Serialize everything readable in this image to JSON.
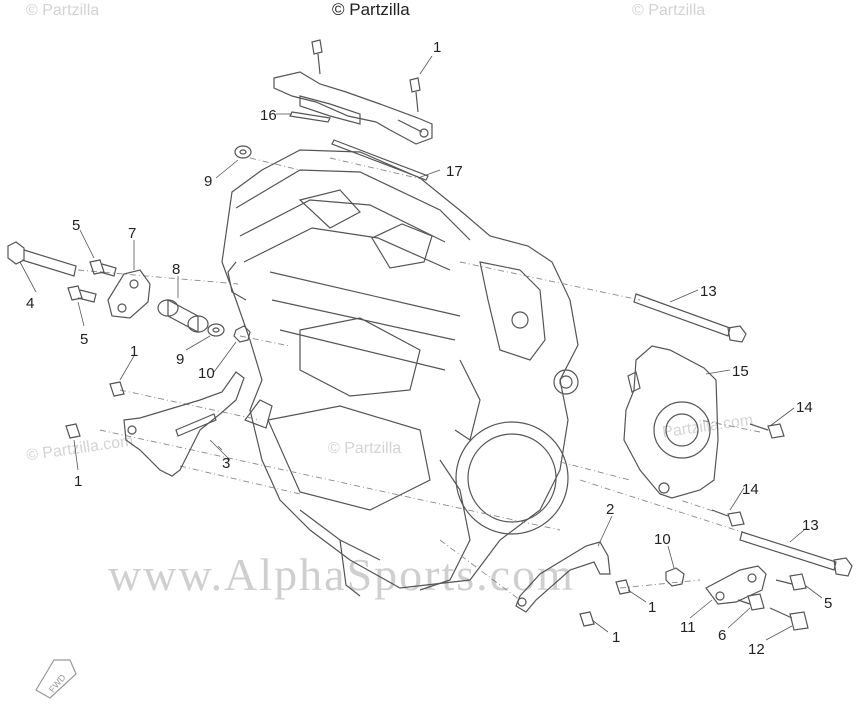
{
  "watermarks": {
    "top": "© Partzilla",
    "top_left": "© Partzilla",
    "top_right": "© Partzilla",
    "mid_left": "© Partzilla.com",
    "mid_right": "Partzilla.com",
    "mid_center": "© Partzilla",
    "bottom_center": "www.AlphaSports.com"
  },
  "fwd_label": "FWD",
  "callouts": {
    "c1a": "1",
    "c1b": "1",
    "c1c": "1",
    "c1d": "1",
    "c1e": "1",
    "c2": "2",
    "c3": "3",
    "c4": "4",
    "c5a": "5",
    "c5b": "5",
    "c5c": "5",
    "c6": "6",
    "c7": "7",
    "c8": "8",
    "c9a": "9",
    "c9b": "9",
    "c10a": "10",
    "c10b": "10",
    "c11": "11",
    "c12": "12",
    "c13a": "13",
    "c13b": "13",
    "c14a": "14",
    "c14b": "14",
    "c15": "15",
    "c16": "16",
    "c17": "17"
  },
  "colors": {
    "line": "#444444",
    "watermark": "#d3d3d3"
  }
}
